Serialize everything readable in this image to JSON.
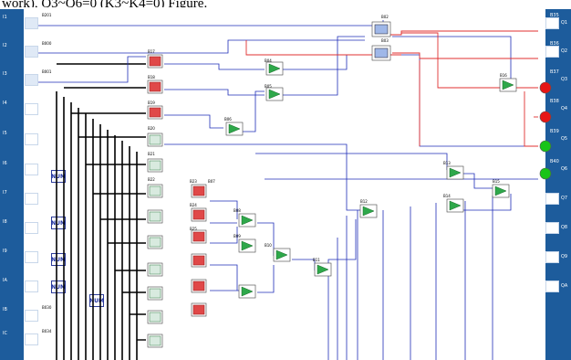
{
  "caption": "work), Q3~Q6=0 (K3~K4=0) Figure.",
  "left_inputs": [
    {
      "label": "I1",
      "addr": "B201"
    },
    {
      "label": "I2",
      "addr": "B000"
    },
    {
      "label": "I3",
      "addr": "B001"
    },
    {
      "label": "I4",
      "addr": ""
    },
    {
      "label": "I5",
      "addr": ""
    },
    {
      "label": "I6",
      "addr": ""
    },
    {
      "label": "I7",
      "addr": ""
    },
    {
      "label": "I8",
      "addr": ""
    },
    {
      "label": "I9",
      "addr": ""
    },
    {
      "label": "IA",
      "addr": ""
    },
    {
      "label": "IB",
      "addr": "B030"
    },
    {
      "label": "IC",
      "addr": "B034"
    }
  ],
  "right_outputs": [
    {
      "label": "Q1",
      "addr": "B35"
    },
    {
      "label": "Q2",
      "addr": "B36"
    },
    {
      "label": "Q3",
      "addr": "B37"
    },
    {
      "label": "Q4",
      "addr": "B38"
    },
    {
      "label": "Q5",
      "addr": "B39"
    },
    {
      "label": "Q6",
      "addr": "B40"
    },
    {
      "label": "Q7",
      "addr": ""
    },
    {
      "label": "Q8",
      "addr": ""
    },
    {
      "label": "Q9",
      "addr": ""
    },
    {
      "label": "QA",
      "addr": ""
    }
  ],
  "num_blocks": [
    "NUM",
    "NUM",
    "NUM",
    "NUM",
    "NUM"
  ],
  "block_labels": [
    "B02",
    "B03",
    "B04",
    "B05",
    "B06",
    "B07",
    "B08",
    "B09",
    "B10",
    "B11",
    "B12",
    "B13",
    "B14",
    "B15",
    "B16",
    "B17",
    "B18",
    "B19",
    "B20",
    "B21",
    "B22",
    "B23",
    "B24",
    "B25"
  ],
  "colors": {
    "rail": "#1d5c9c",
    "wire_dark": "#000000",
    "wire_blue": "#1f2db8",
    "wire_red": "#e03030",
    "lamp_red": "#e61616",
    "lamp_green": "#18c418"
  }
}
